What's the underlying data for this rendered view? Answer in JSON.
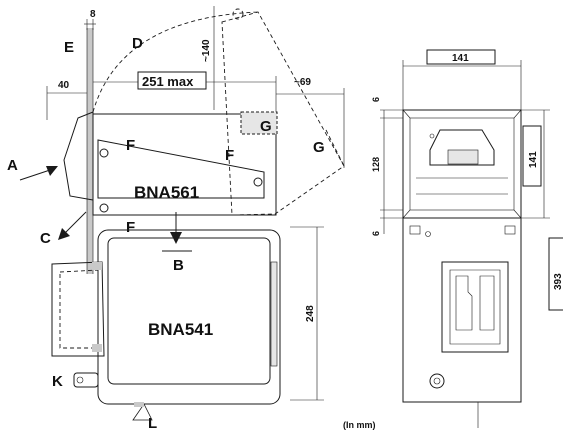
{
  "models": {
    "upper": "BNA561",
    "lower": "BNA541"
  },
  "callouts": {
    "A": "A",
    "B": "B",
    "C": "C",
    "D": "D",
    "E": "E",
    "F_upper": "F",
    "F_mid": "F",
    "F_lower": "F",
    "G_rect": "G",
    "G_dashed": "G",
    "K": "K",
    "L": "L"
  },
  "dimensions": {
    "wall_thickness": "8",
    "offset_left": "40",
    "depth_max": "251 max",
    "arc_height": "~140",
    "tilt_extension": "~69",
    "lower_height": "248",
    "front_width": "141",
    "front_gap_top": "6",
    "bezel_height": "128",
    "front_gap_bottom": "6",
    "front_height": "141",
    "total_height": "393"
  },
  "units_note": "(In mm)"
}
